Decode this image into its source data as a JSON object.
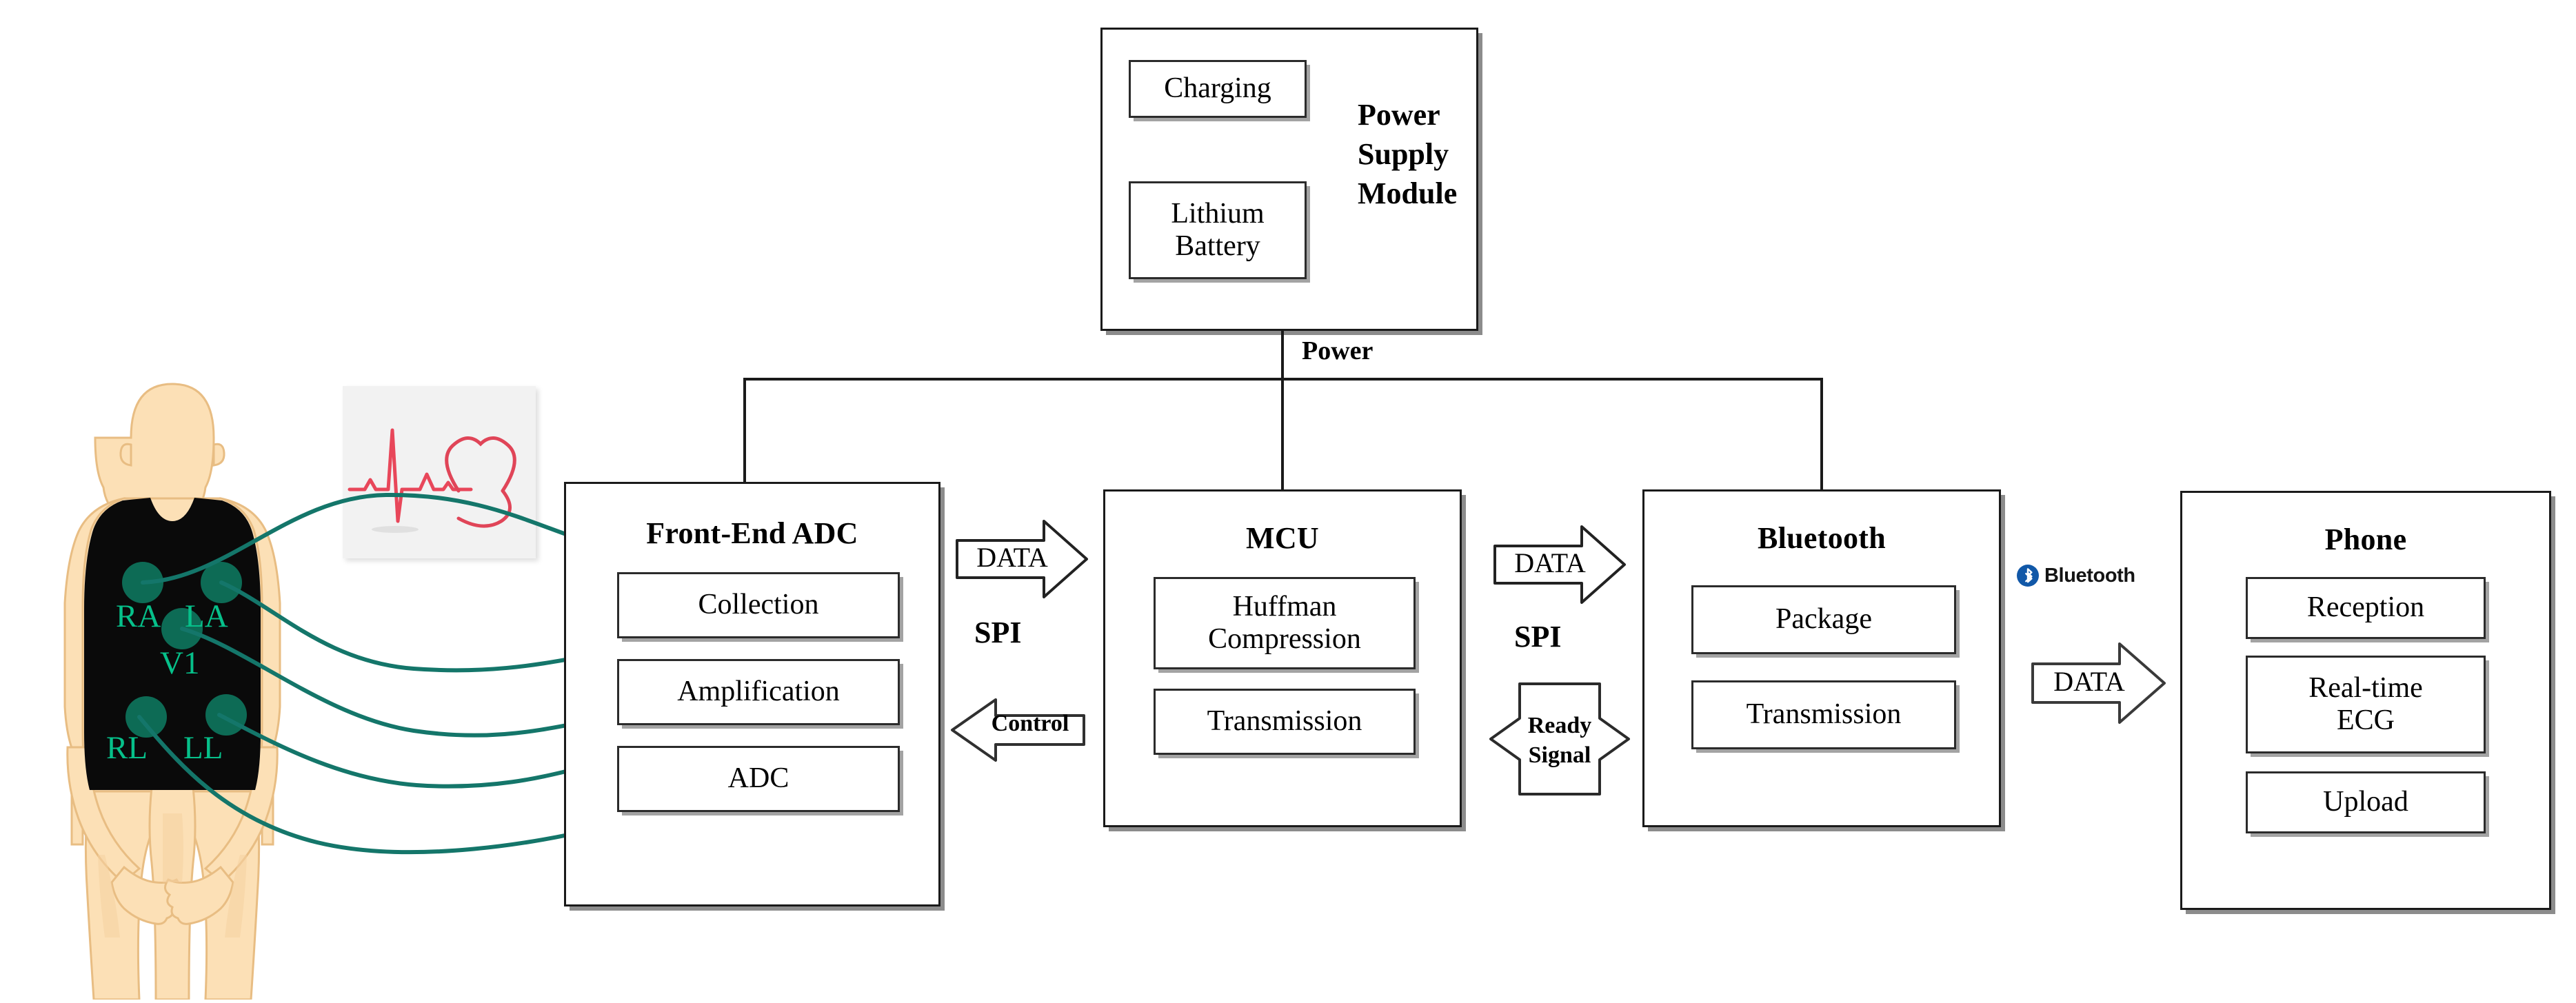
{
  "diagram": {
    "title": "Wearable ECG acquisition and wireless transmission system block diagram",
    "colors": {
      "line": "#1a1a1a",
      "box_border": "#1a1a1a",
      "electrode": "#0d6b55",
      "electrode_label": "#06c08a",
      "skin": "#fce0b6",
      "vest": "#0a0a0a",
      "ecg_trace": "#e8475a",
      "bluetooth_blue": "#1158a8"
    }
  },
  "power_supply": {
    "title": "Power\nSupply\nModule",
    "title_lines": [
      "Power",
      "Supply",
      "Module"
    ],
    "items": [
      {
        "label": "Charging"
      },
      {
        "label": "Lithium\nBattery",
        "lines": [
          "Lithium",
          "Battery"
        ]
      }
    ]
  },
  "front_end_adc": {
    "title": "Front-End ADC",
    "items": [
      {
        "label": "Collection"
      },
      {
        "label": "Amplification"
      },
      {
        "label": "ADC"
      }
    ]
  },
  "mcu": {
    "title": "MCU",
    "items": [
      {
        "label": "Huffman\nCompression",
        "lines": [
          "Huffman",
          "Compression"
        ]
      },
      {
        "label": "Transmission"
      }
    ]
  },
  "bluetooth": {
    "title": "Bluetooth",
    "items": [
      {
        "label": "Package"
      },
      {
        "label": "Transmission"
      }
    ]
  },
  "phone": {
    "title": "Phone",
    "items": [
      {
        "label": "Reception"
      },
      {
        "label": "Real-time\nECG",
        "lines": [
          "Real-time",
          "ECG"
        ]
      },
      {
        "label": "Upload"
      }
    ]
  },
  "connections": {
    "power_label": "Power",
    "adc_to_mcu_data": "DATA",
    "adc_mcu_bus": "SPI",
    "mcu_to_adc_control": "Control",
    "mcu_to_bt_data": "DATA",
    "mcu_bt_bus": "SPI",
    "mcu_bt_ready": "Ready\nSignal",
    "mcu_bt_ready_lines": [
      "Ready",
      "Signal"
    ],
    "bt_to_phone_link": "Bluetooth",
    "bt_to_phone_data": "DATA"
  },
  "patient": {
    "electrodes": [
      {
        "code": "RA",
        "name": "right-arm-electrode"
      },
      {
        "code": "LA",
        "name": "left-arm-electrode"
      },
      {
        "code": "V1",
        "name": "v1-chest-electrode"
      },
      {
        "code": "RL",
        "name": "right-leg-electrode"
      },
      {
        "code": "LL",
        "name": "left-leg-electrode"
      }
    ],
    "lead_wire_count": 5
  }
}
